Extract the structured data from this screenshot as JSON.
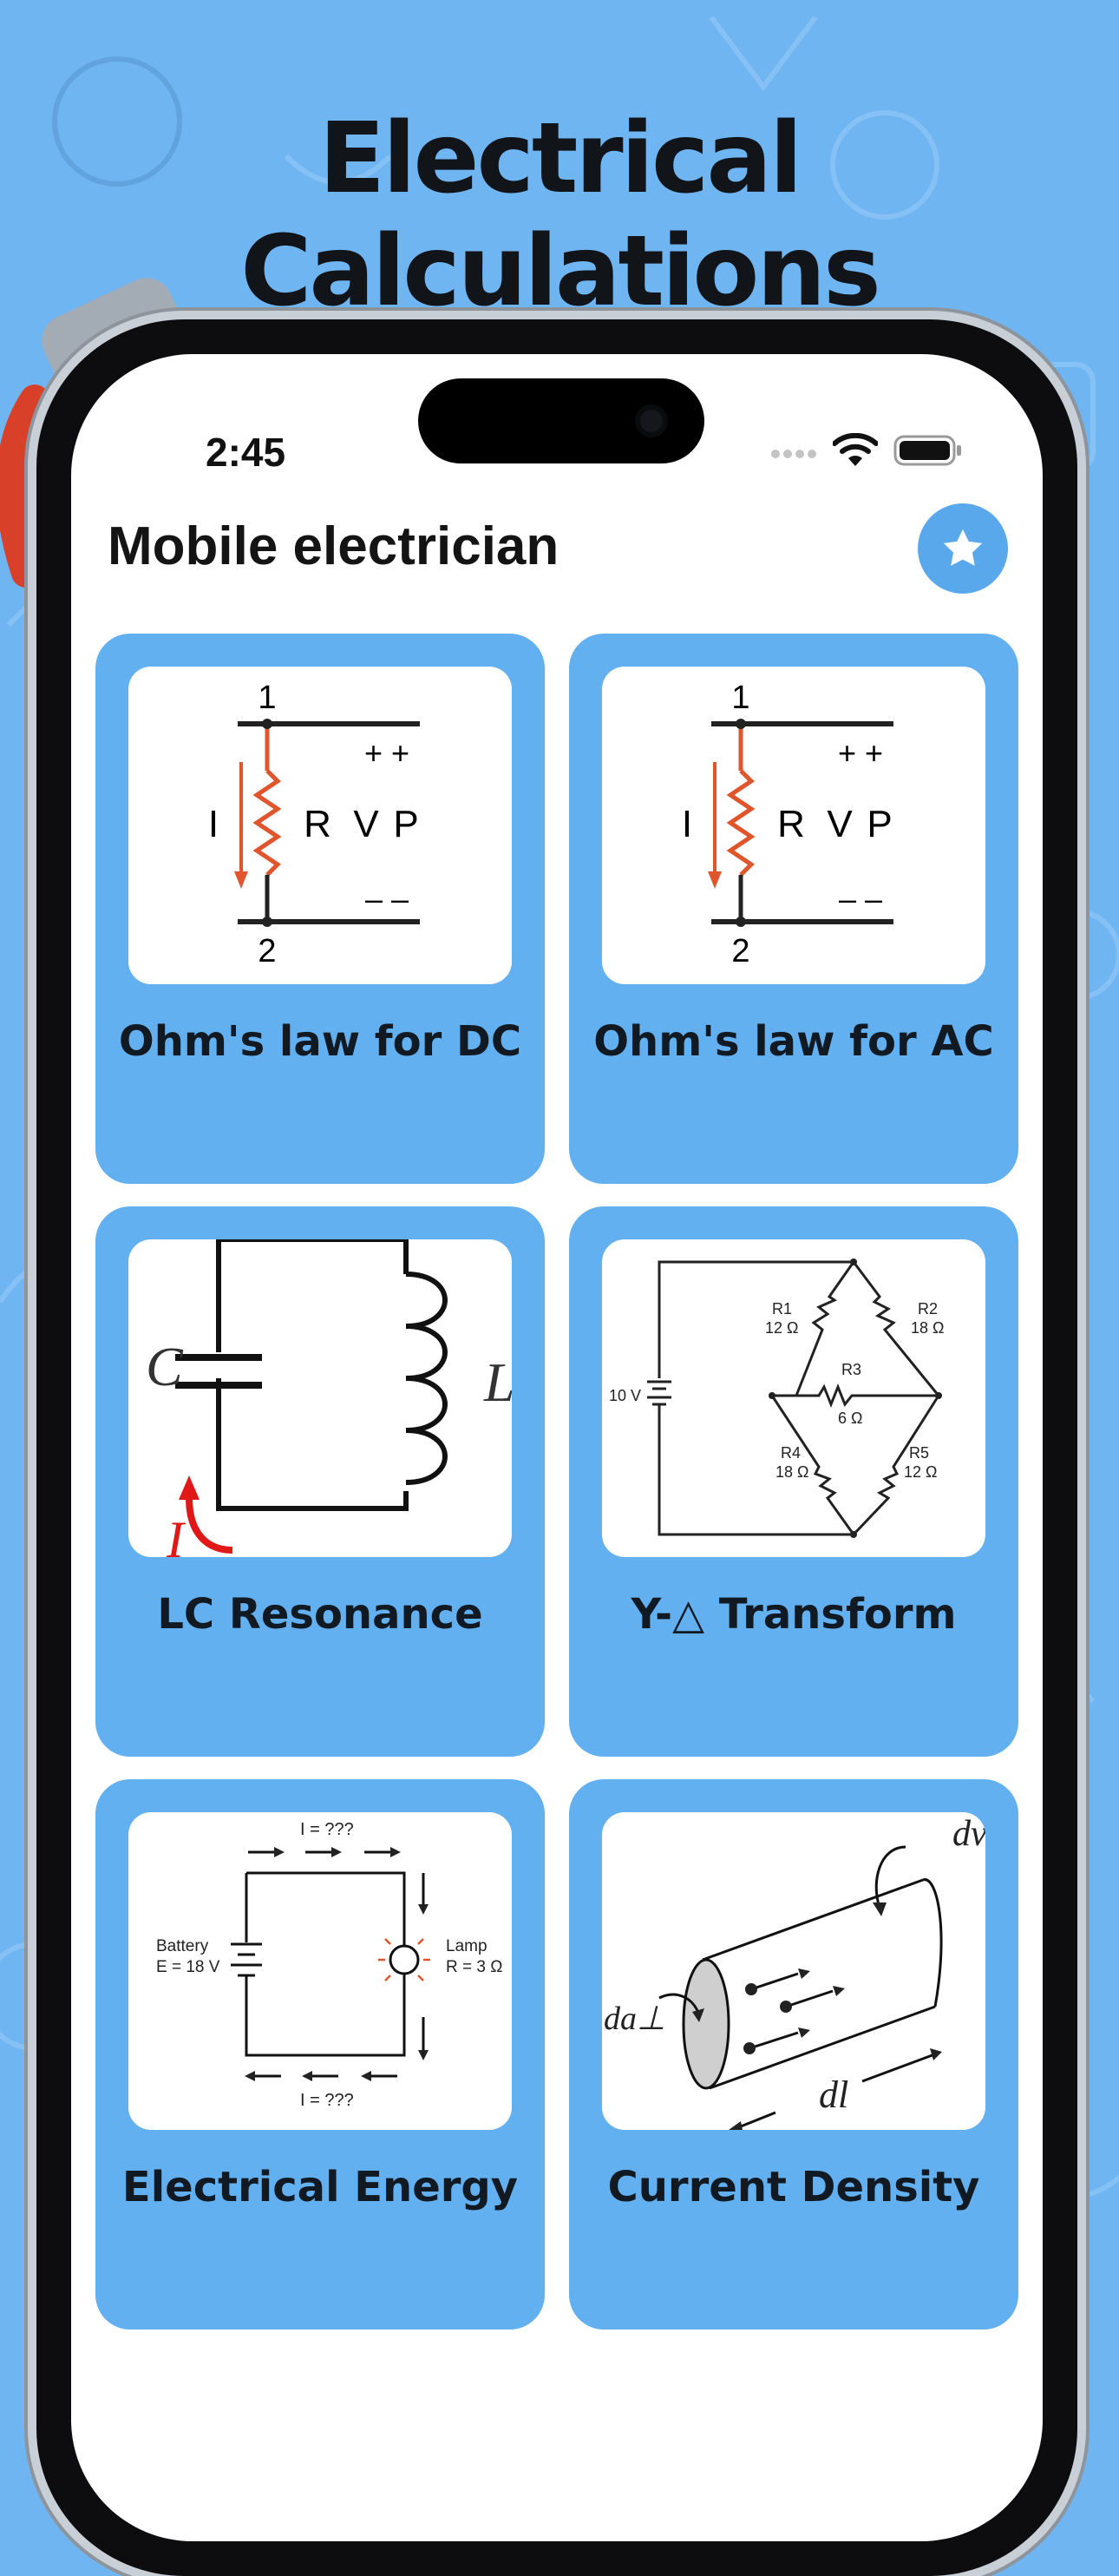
{
  "headline": "Electrical Calculations",
  "status_bar": {
    "time": "2:45"
  },
  "app": {
    "title": "Mobile electrician"
  },
  "cards": [
    {
      "label": "Ohm's law for DC",
      "icon": "resistor-circuit-icon",
      "diagram_text": {
        "top_node": "1",
        "bottom_node": "2",
        "current": "I",
        "resistance": "R",
        "voltage": "V",
        "power": "P",
        "plus": "+  +",
        "minus": "–  –"
      }
    },
    {
      "label": "Ohm's law for AC",
      "icon": "resistor-circuit-icon",
      "diagram_text": {
        "top_node": "1",
        "bottom_node": "2",
        "current": "I",
        "resistance": "R",
        "voltage": "V",
        "power": "P",
        "plus": "+  +",
        "minus": "–  –"
      }
    },
    {
      "label": "LC Resonance",
      "icon": "lc-circuit-icon",
      "diagram_text": {
        "capacitor": "C",
        "inductor": "L",
        "current": "I"
      }
    },
    {
      "label": "Y-△ Transform",
      "icon": "bridge-circuit-icon",
      "diagram_text": {
        "source": "10 V",
        "r1": "R1",
        "r1_value": "12 Ω",
        "r2": "R2",
        "r2_value": "18 Ω",
        "r3": "R3",
        "r3_value": "6 Ω",
        "r4": "R4",
        "r4_value": "18 Ω",
        "r5": "R5",
        "r5_value": "12 Ω"
      }
    },
    {
      "label": "Electrical Energy",
      "icon": "battery-lamp-circuit-icon",
      "diagram_text": {
        "current_top": "I = ???",
        "current_bottom": "I = ???",
        "battery": "Battery",
        "battery_value": "E = 18 V",
        "lamp": "Lamp",
        "lamp_value": "R = 3 Ω"
      }
    },
    {
      "label": "Current Density",
      "icon": "conductor-cylinder-icon",
      "diagram_text": {
        "dv": "dv",
        "da": "da⊥",
        "dl": "dl"
      }
    }
  ],
  "colors": {
    "background": "#6fb5f2",
    "card": "#63b0f1",
    "accent": "#5aa8ec",
    "wire_red": "#e0552b"
  }
}
